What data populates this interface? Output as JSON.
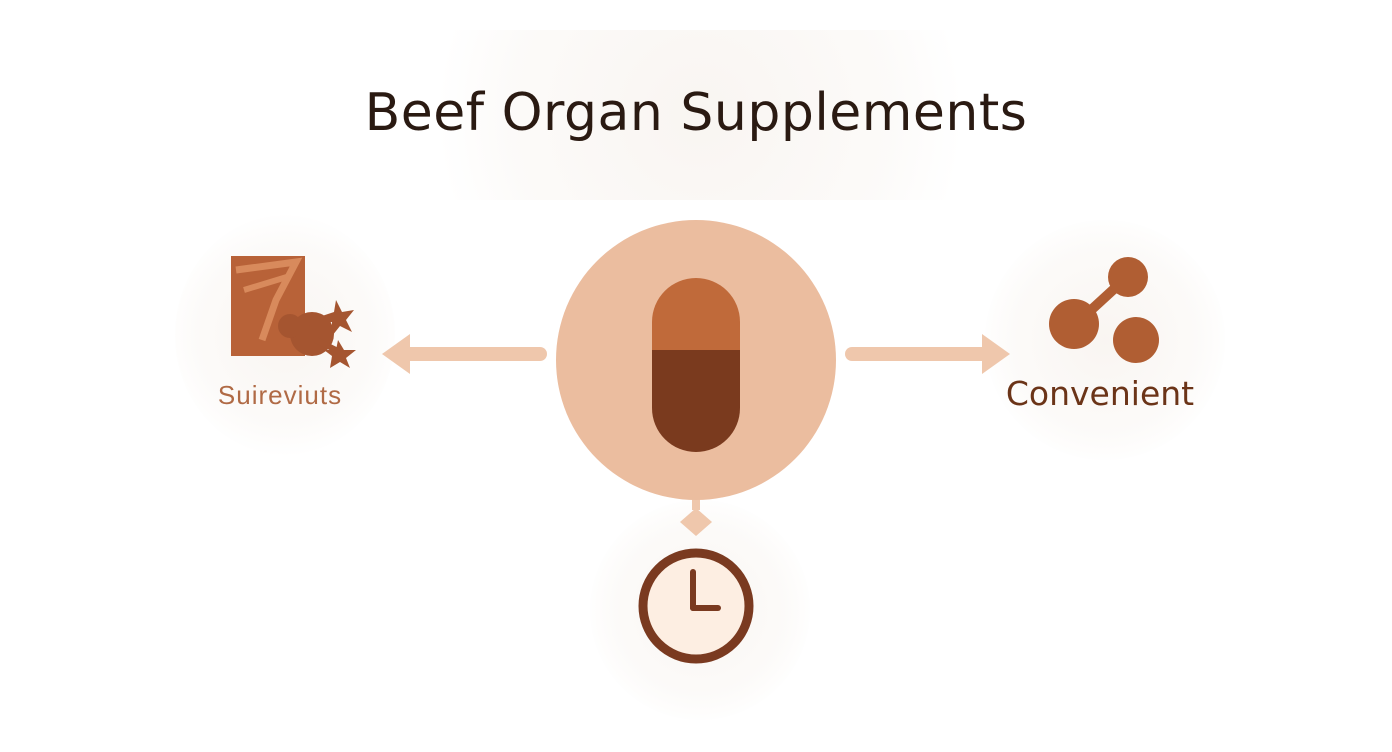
{
  "title": "Beef Organ Supplements",
  "left_node": {
    "label": "Suirevіuts",
    "icon": "organ-meat-icon"
  },
  "right_node": {
    "label": "Convenient",
    "icon": "molecule-icon"
  },
  "center_node": {
    "icon": "capsule-icon"
  },
  "bottom_node": {
    "icon": "clock-icon"
  },
  "colors": {
    "title": "#2a1a12",
    "center_circle": "#ebbd9f",
    "capsule_top": "#c06a3a",
    "capsule_bottom": "#7a3a1e",
    "arrow": "#efc7ac",
    "molecule": "#b05e33",
    "clock_ring": "#7a3a20",
    "clock_face": "#fdeee2",
    "left_label": "#b06a45",
    "right_label": "#6b3418"
  }
}
